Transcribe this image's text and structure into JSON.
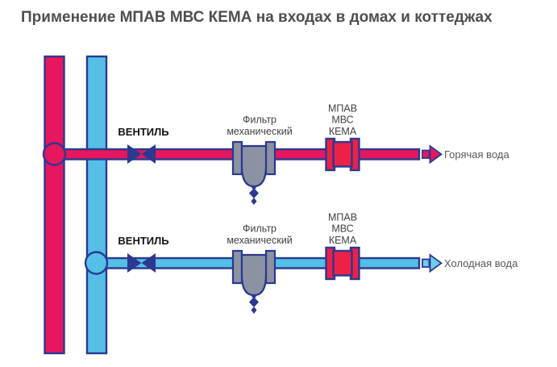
{
  "title": "Применение МПАВ МВС КЕМА на входах в домах и коттеджах",
  "colors": {
    "hot": "#E6165F",
    "cold": "#55BFE7",
    "cold-arrow": "#6FCBEF",
    "device-red": "#EC2148",
    "outline": "#2B3990",
    "device-gray": "#8A92A4",
    "title-text": "#4D4E53",
    "label-dark": "#141414",
    "label-mid": "#3F4145",
    "label-gray": "#55575C"
  },
  "branches": [
    {
      "name": "hot",
      "valve_label": "ВЕНТИЛЬ",
      "filter_label": [
        "Фильтр",
        "механический"
      ],
      "device_label": [
        "МПАВ",
        "МВС",
        "КЕМА"
      ],
      "output_label": "Горячая вода"
    },
    {
      "name": "cold",
      "valve_label": "ВЕНТИЛЬ",
      "filter_label": [
        "Фильтр",
        "механический"
      ],
      "device_label": [
        "МПАВ",
        "МВС",
        "КЕМА"
      ],
      "output_label": "Холодная вода"
    }
  ]
}
